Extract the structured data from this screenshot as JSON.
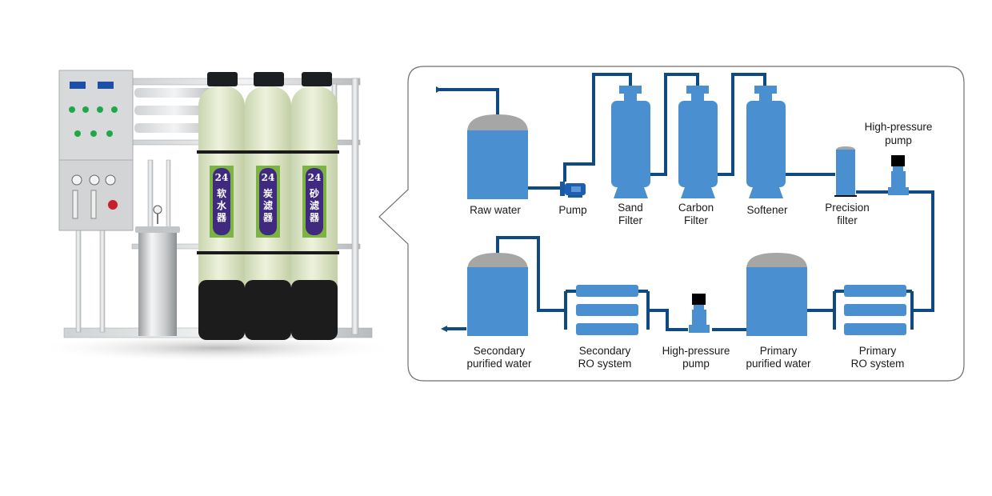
{
  "photo": {
    "description": "Photo of a two-stage RO water purification machine",
    "tank_labels": [
      {
        "badge": "24",
        "text": [
          "软",
          "水",
          "器"
        ]
      },
      {
        "badge": "24",
        "text": [
          "炭",
          "滤",
          "器"
        ]
      },
      {
        "badge": "24",
        "text": [
          "砂",
          "滤",
          "器"
        ]
      }
    ]
  },
  "diagram": {
    "top_row": [
      {
        "id": "raw-water",
        "label": [
          "Raw water"
        ]
      },
      {
        "id": "pump",
        "label": [
          "Pump"
        ]
      },
      {
        "id": "sand-filter",
        "label": [
          "Sand",
          "Filter"
        ]
      },
      {
        "id": "carbon-filter",
        "label": [
          "Carbon",
          "Filter"
        ]
      },
      {
        "id": "softener",
        "label": [
          "Softener"
        ]
      },
      {
        "id": "precision-filter",
        "label": [
          "Precision",
          "filter"
        ]
      },
      {
        "id": "high-pressure-pump-1",
        "label": [
          "High-pressure",
          "pump"
        ]
      }
    ],
    "bottom_row": [
      {
        "id": "secondary-purified-water",
        "label": [
          "Secondary",
          "purified water"
        ]
      },
      {
        "id": "secondary-ro-system",
        "label": [
          "Secondary",
          "RO system"
        ]
      },
      {
        "id": "high-pressure-pump-2",
        "label": [
          "High-pressure",
          "pump"
        ]
      },
      {
        "id": "primary-purified-water",
        "label": [
          "Primary",
          "purified water"
        ]
      },
      {
        "id": "primary-ro-system",
        "label": [
          "Primary",
          "RO system"
        ]
      }
    ],
    "colors": {
      "equipment": "#4a90d0",
      "pipe": "#0f4a80",
      "dome": "#a6a6a6",
      "pump_head": "#000000",
      "frame": "#6e6e6e"
    }
  }
}
